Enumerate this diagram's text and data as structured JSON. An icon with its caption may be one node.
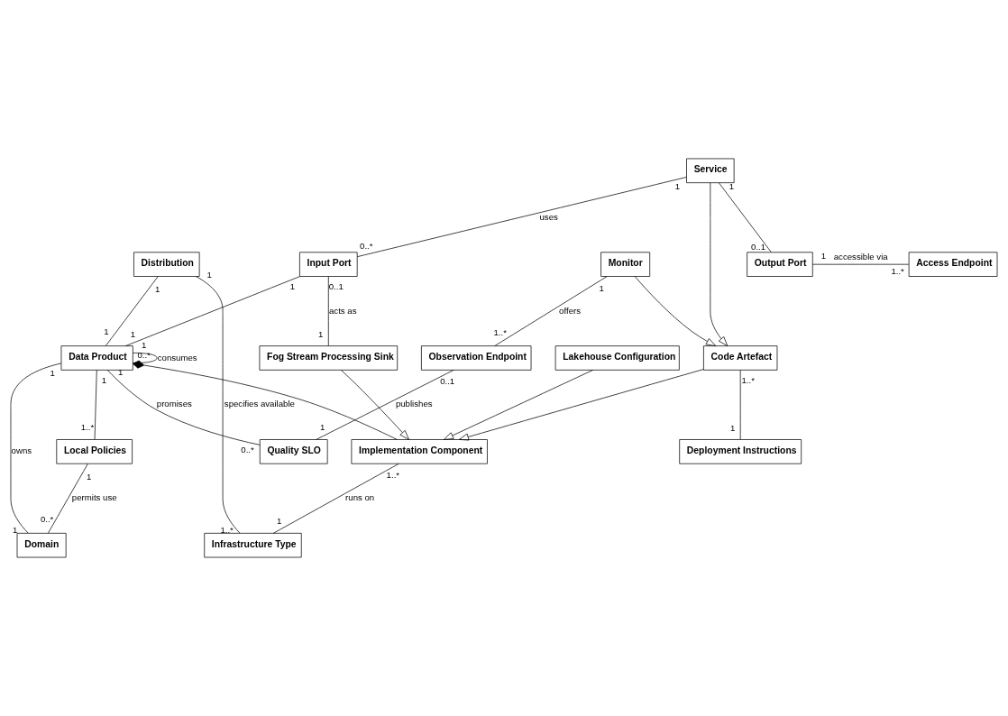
{
  "diagram": {
    "nodes": [
      {
        "text": [
          "Quality SLO"
        ]
      },
      {
        "text": [
          "Local Policies"
        ]
      },
      {
        "text": [
          "Distribution"
        ]
      },
      {
        "text": [
          "Data Product"
        ]
      },
      {
        "text": [
          "Domain"
        ]
      },
      {
        "text": [
          "Observation Endpoint"
        ]
      },
      {
        "text": [
          "Infrastructure Type"
        ]
      },
      {
        "text": [
          "Implementation Component"
        ]
      },
      {
        "text": [
          "Lakehouse Configuration"
        ]
      },
      {
        "text": [
          "Code Artefact"
        ]
      },
      {
        "text": [
          "Deployment Instructions"
        ]
      },
      {
        "text": [
          "Fog Stream Processing Sink"
        ]
      },
      {
        "text": [
          "Monitor"
        ]
      },
      {
        "text": [
          "Service"
        ]
      },
      {
        "text": [
          "Input Port"
        ]
      },
      {
        "text": [
          "Output Port"
        ]
      },
      {
        "text": [
          "Access Endpoint"
        ]
      }
    ],
    "edges": [
      {
        "from": 3,
        "to": 0,
        "arrow": "none",
        "label": "promises"
      },
      {
        "from": 3,
        "to": 3,
        "arrow": "none",
        "label": "consumes"
      },
      {
        "from": 3,
        "to": 1,
        "arrow": "none"
      },
      {
        "from": 1,
        "to": 4,
        "arrow": "none",
        "label": "permits use"
      },
      {
        "from": 4,
        "to": 3,
        "arrow": "none",
        "label": "owns"
      },
      {
        "from": 2,
        "to": 3,
        "arrow": "none"
      },
      {
        "from": 2,
        "to": 6,
        "arrow": "none",
        "label": "specifies available"
      },
      {
        "from": 5,
        "to": 0,
        "arrow": "none",
        "label": "publishes"
      },
      {
        "from": 3,
        "to": 7,
        "arrow": "other"
      },
      {
        "from": 7,
        "to": 6,
        "arrow": "none",
        "label": "runs on"
      },
      {
        "from": 8,
        "to": 7,
        "arrow": "to"
      },
      {
        "from": 9,
        "to": 7,
        "arrow": "to"
      },
      {
        "from": 11,
        "to": 7,
        "arrow": "to"
      },
      {
        "from": 9,
        "to": 10,
        "arrow": "none"
      },
      {
        "from": 12,
        "to": 9,
        "arrow": "to"
      },
      {
        "from": 13,
        "to": 9,
        "arrow": "to"
      },
      {
        "from": 12,
        "to": 5,
        "arrow": "none",
        "label": "offers"
      },
      {
        "from": 13,
        "to": 14,
        "arrow": "none",
        "label": "uses"
      },
      {
        "from": 14,
        "to": 3,
        "arrow": "none"
      },
      {
        "from": 14,
        "to": 11,
        "arrow": "none",
        "label": "acts as"
      },
      {
        "from": 13,
        "to": 15,
        "arrow": "none"
      },
      {
        "from": 15,
        "to": 16,
        "arrow": "none",
        "label": "accessible via"
      }
    ],
    "labels": [
      "1",
      "0..*",
      "1",
      "0..*",
      "1",
      "1..*",
      "1",
      "0..*",
      "1",
      "1",
      "1",
      "1",
      "1",
      "1..*",
      "0..1",
      "1",
      "1..*",
      "1",
      "1..*",
      "1",
      "1",
      "1..*",
      "1",
      "0..*",
      "1",
      "1",
      "0..1",
      "1",
      "1",
      "0..1",
      "1",
      "1..*"
    ]
  }
}
